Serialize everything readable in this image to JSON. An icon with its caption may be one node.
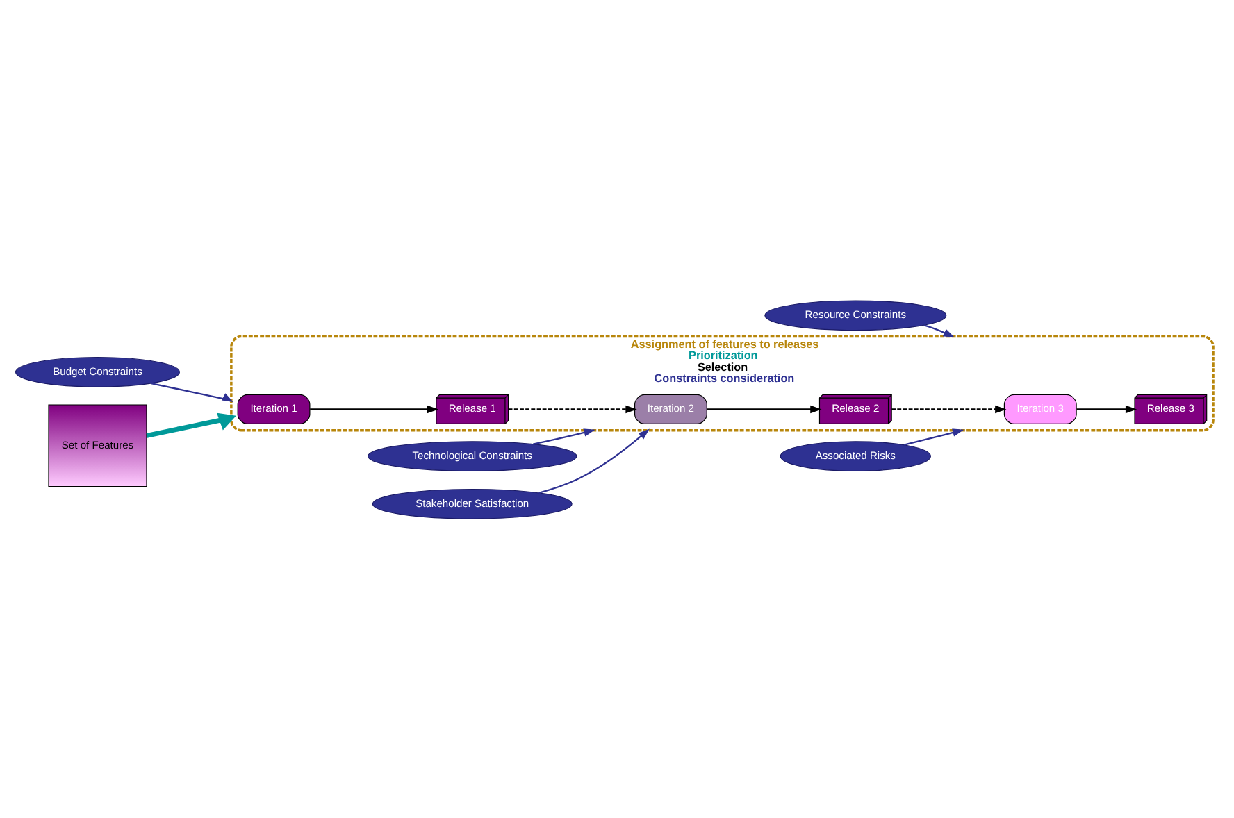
{
  "diagram": {
    "nodes": [
      {
        "text": [
          "Assignment of features to releases",
          "Prioritization",
          "Selection",
          "Constraints consideration"
        ]
      },
      {
        "text": [
          "Technological Constraints"
        ]
      },
      {
        "text": [
          "Resource Constraints"
        ]
      },
      {
        "text": [
          "Budget Constraints"
        ]
      },
      {
        "text": [
          "Set of Features"
        ]
      },
      {
        "text": [
          "Iteration 1"
        ],
        "in": 0
      },
      {
        "text": [
          "Release 1"
        ],
        "in": 0
      },
      {
        "text": [
          "Iteration 2"
        ],
        "in": 0
      },
      {
        "text": [
          "Release 2"
        ],
        "in": 0
      },
      {
        "text": [
          "Iteration 3"
        ],
        "in": 0
      },
      {
        "text": [
          "Release 3"
        ],
        "in": 0
      },
      {
        "text": [
          "Stakeholder Satisfaction"
        ]
      },
      {
        "text": [
          "Associated Risks"
        ]
      }
    ],
    "edges": [
      {
        "from": 4,
        "to": 0,
        "arrow": "to",
        "style": "thick",
        "color": "#009999"
      },
      {
        "from": 1,
        "to": 0,
        "arrow": "to"
      },
      {
        "from": 2,
        "to": 0,
        "arrow": "to"
      },
      {
        "from": 3,
        "to": 0,
        "arrow": "to"
      },
      {
        "from": 11,
        "to": 0,
        "arrow": "to"
      },
      {
        "from": 12,
        "to": 0,
        "arrow": "to"
      },
      {
        "from": 5,
        "to": 6,
        "arrow": "to",
        "color": "#000000"
      },
      {
        "from": 6,
        "to": 7,
        "arrow": "to",
        "style": "dashed",
        "color": "#000000"
      },
      {
        "from": 7,
        "to": 8,
        "arrow": "to",
        "color": "#000000"
      },
      {
        "from": 8,
        "to": 9,
        "arrow": "to",
        "style": "dashed",
        "color": "#000000"
      },
      {
        "from": 9,
        "to": 10,
        "arrow": "to",
        "color": "#000000"
      }
    ]
  }
}
